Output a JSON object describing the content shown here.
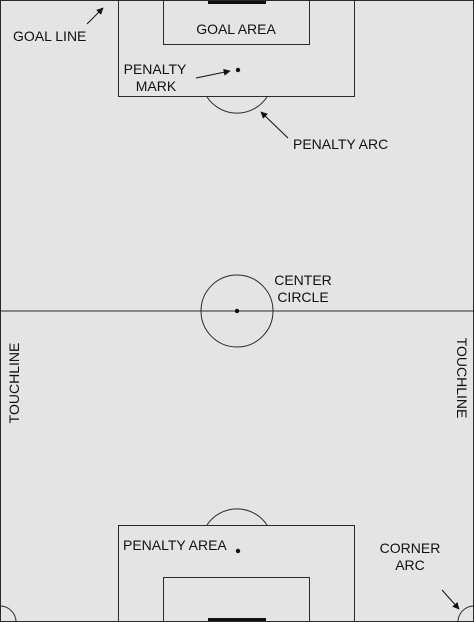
{
  "labels": {
    "goal_line": "GOAL LINE",
    "goal_area": "GOAL AREA",
    "penalty_mark_1": "PENALTY",
    "penalty_mark_2": "MARK",
    "penalty_arc": "PENALTY ARC",
    "center_circle_1": "CENTER",
    "center_circle_2": "CIRCLE",
    "touchline_left": "TOUCHLINE",
    "touchline_right": "TOUCHLINE",
    "penalty_area": "PENALTY AREA",
    "corner_arc_1": "CORNER",
    "corner_arc_2": "ARC"
  },
  "colors": {
    "field": "#e4e4e4",
    "lines": "#2a2a2a",
    "goal": "#111111",
    "text": "#111111"
  }
}
